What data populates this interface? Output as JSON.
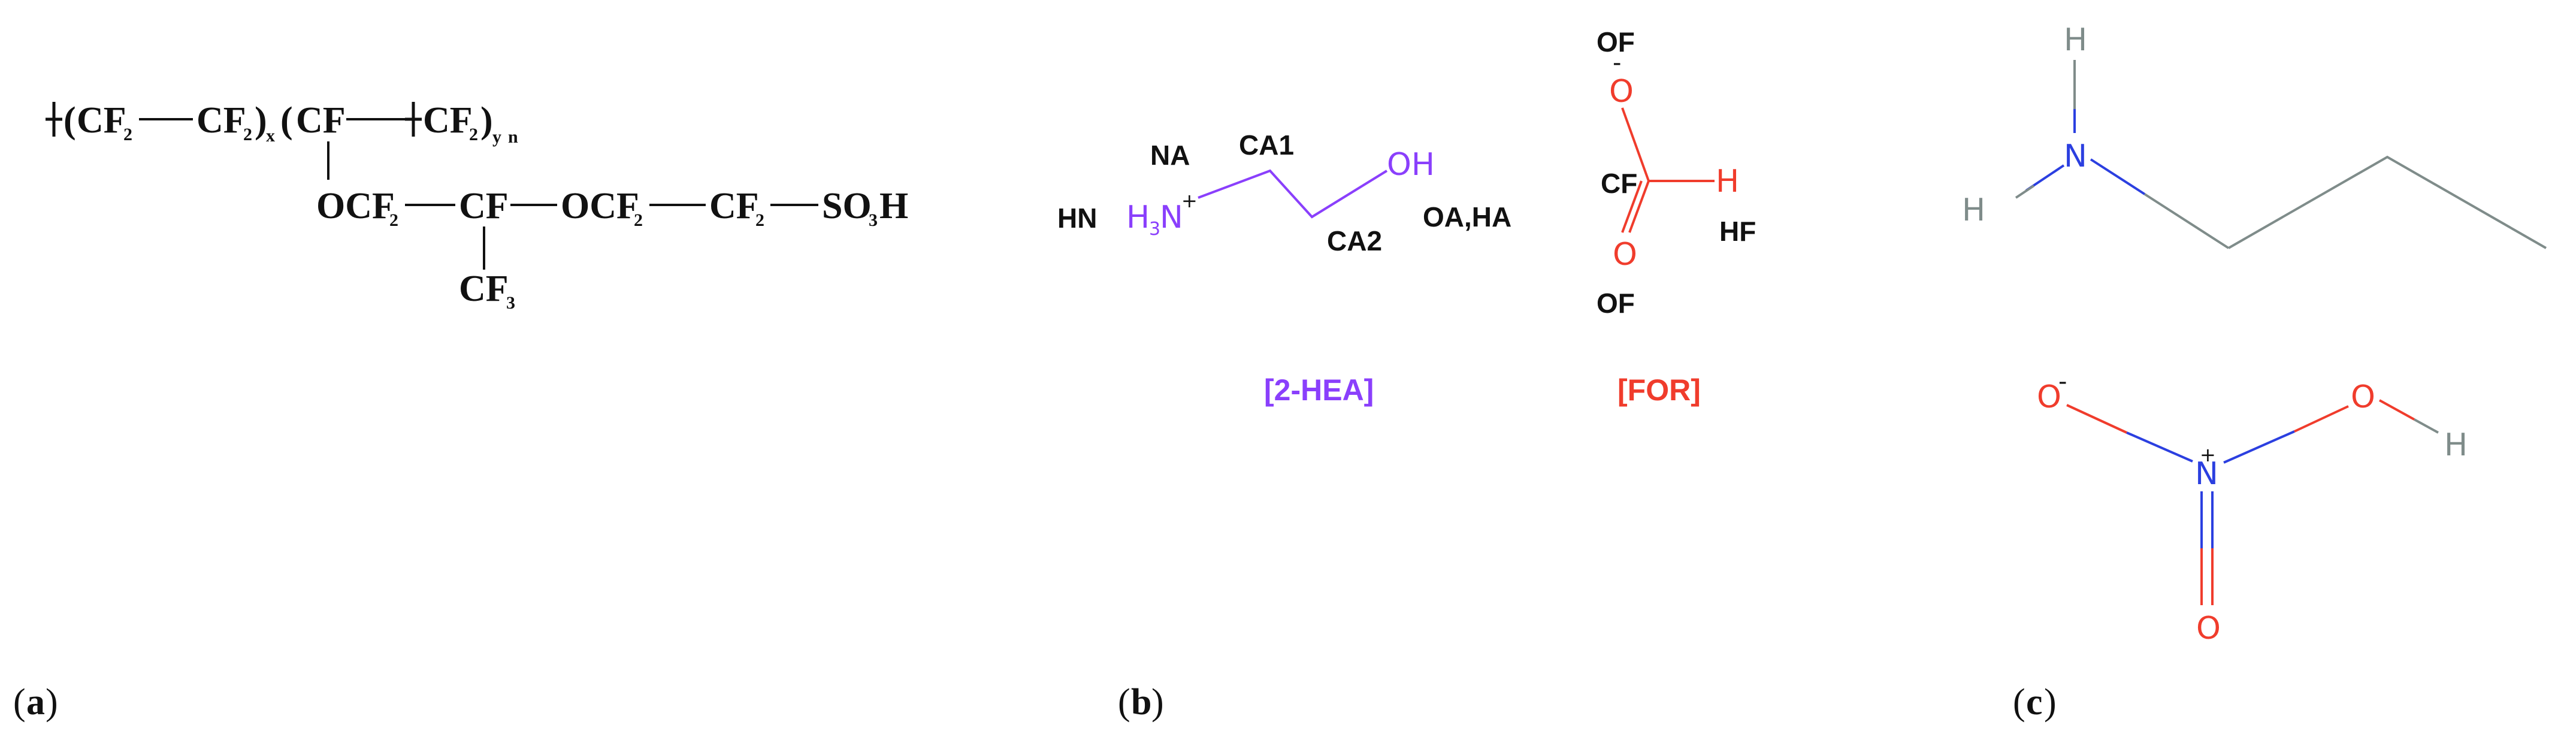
{
  "colors": {
    "black": "#111111",
    "purple": "#8a3ffc",
    "red": "#f03c2c",
    "blue": "#2b3fe0",
    "gray": "#7f8c8a"
  },
  "panel_a": {
    "subscript_2": "2",
    "subscript_3": "3",
    "subscript_x": "x",
    "subscript_y": "y",
    "subscript_n": "n",
    "paren_open": "(",
    "paren_close": ")",
    "cf": "CF",
    "ocf": "OCF",
    "o": "O",
    "so": "SO",
    "h": "H"
  },
  "panel_b": {
    "hn": "HN",
    "na": "NA",
    "h3n_h": "H",
    "h3n_3": "3",
    "h3n_n": "N",
    "plus": "+",
    "ca1": "CA1",
    "ca2": "CA2",
    "oh": "OH",
    "oa_ha": "OA,HA",
    "of_top": "OF",
    "of_bottom": "OF",
    "minus": "-",
    "o_atom": "O",
    "cf_label": "CF",
    "h_atom": "H",
    "hf": "HF",
    "name_hea": "[2-HEA]",
    "name_for": "[FOR]"
  },
  "panel_c": {
    "h_atom": "H",
    "n_atom": "N",
    "o_atom": "O",
    "minus": "-",
    "plus": "+"
  },
  "labels": {
    "paren_open": "(",
    "paren_close": ")",
    "a": "a",
    "b": "b",
    "c": "c"
  }
}
